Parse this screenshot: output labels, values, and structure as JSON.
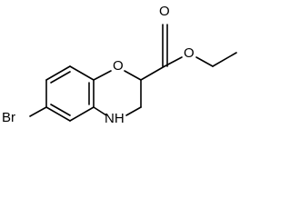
{
  "molecule": {
    "atoms": {
      "bromine": "Br",
      "ring_oxygen": "O",
      "ring_nitrogen_hydrogen": "NH",
      "carbonyl_oxygen": "O",
      "ester_oxygen": "O"
    },
    "colors": {
      "bond": "#000000",
      "label": "#000000",
      "background": "#ffffff"
    }
  }
}
